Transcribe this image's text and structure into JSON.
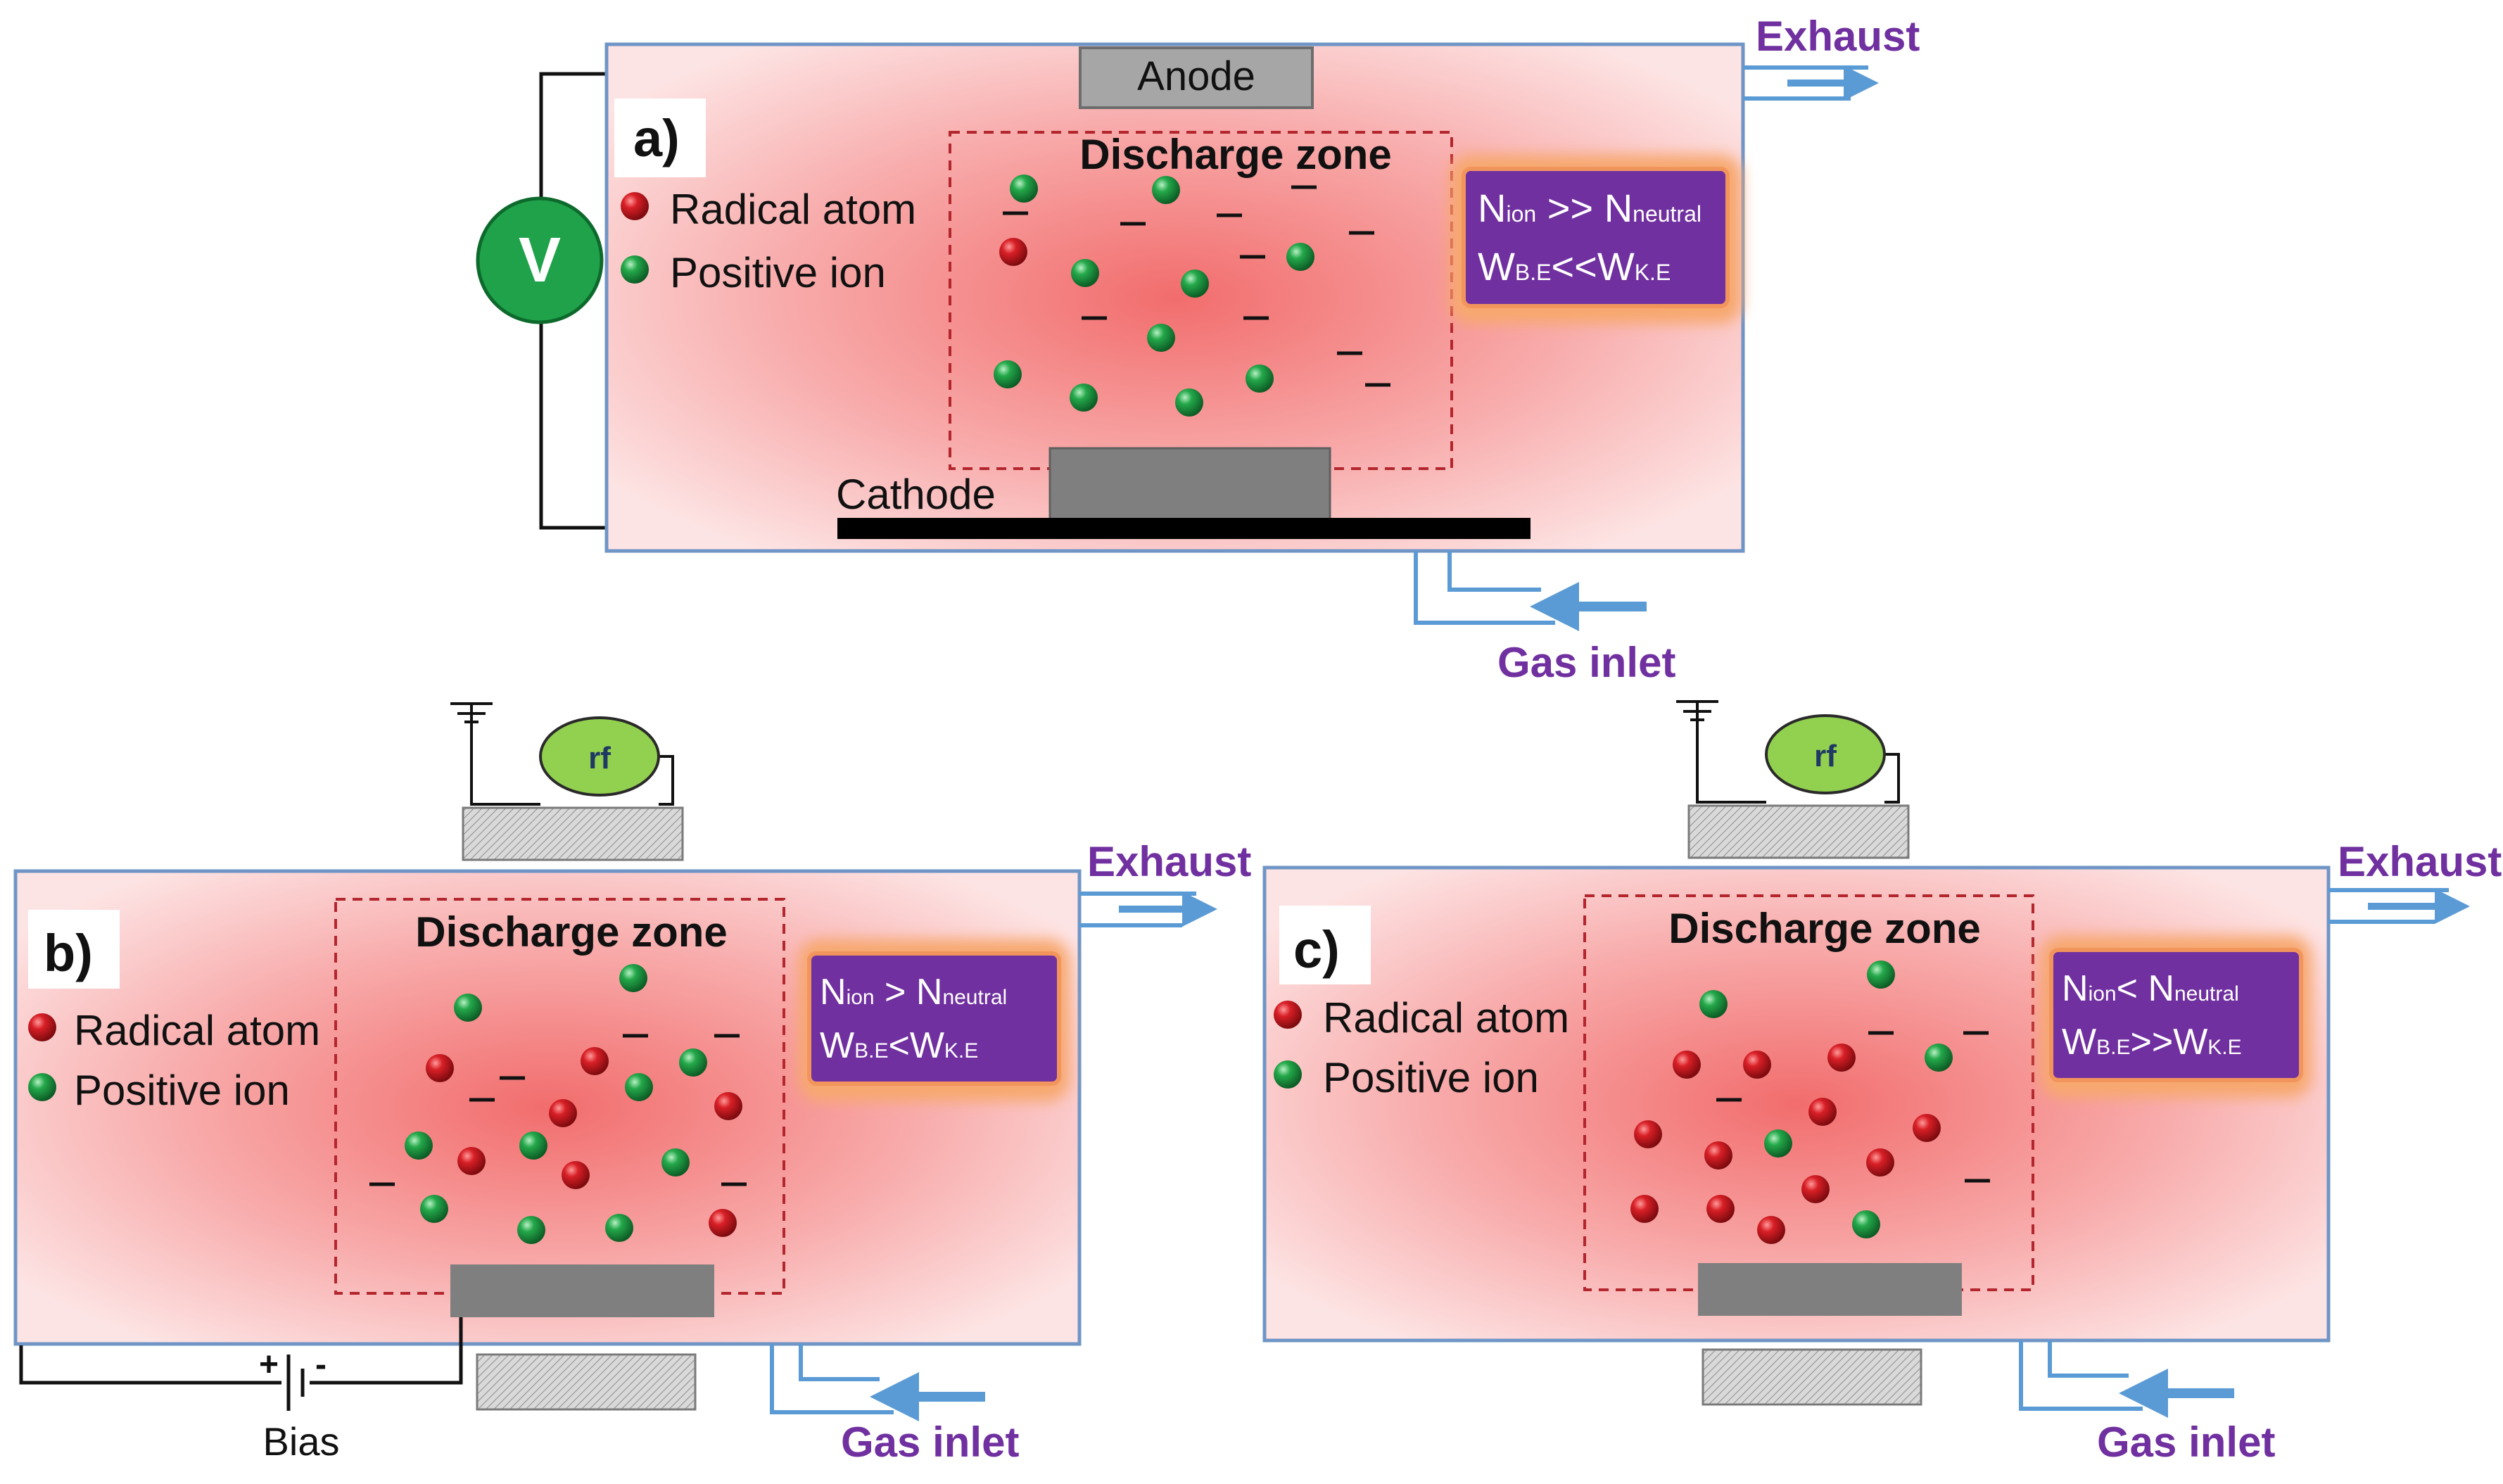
{
  "colors": {
    "chamber_fill_center": "#f27a7a",
    "chamber_fill_edge": "#fde4e4",
    "chamber_border": "#6f95c6",
    "pipe": "#5b9bd5",
    "label_purple": "#7030a0",
    "info_box_fill": "#7030a0",
    "info_box_glow": "#f7a86e",
    "zone_border": "#c0392b",
    "radical": "#c0161e",
    "ion": "#1f9d3d",
    "voltmeter": "#1fa24a",
    "rf_source": "#92d050",
    "electrode": "#7f7f7f"
  },
  "panel_a": {
    "label": "a)",
    "anode": "Anode",
    "cathode": "Cathode",
    "voltmeter": "V",
    "discharge_zone": "Discharge zone",
    "legend_radical": "Radical atom",
    "legend_ion": "Positive ion",
    "exhaust": "Exhaust",
    "gas_inlet": "Gas inlet",
    "info": {
      "line1_n": "N",
      "line1_sub1": "ion",
      "line1_op": " >> ",
      "line1_n2": "N",
      "line1_sub2": "neutral",
      "line2_w": "W",
      "line2_sub1": "B.E",
      "line2_op": "<<",
      "line2_w2": "W",
      "line2_sub2": "K.E"
    }
  },
  "panel_b": {
    "label": "b)",
    "discharge_zone": "Discharge zone",
    "legend_radical": "Radical atom",
    "legend_ion": "Positive ion",
    "exhaust": "Exhaust",
    "gas_inlet": "Gas inlet",
    "rf": "rf",
    "bias": "Bias",
    "bias_plus": "+",
    "bias_minus": "-",
    "info": {
      "line1_n": "N",
      "line1_sub1": "ion",
      "line1_op": " > ",
      "line1_n2": "N",
      "line1_sub2": "neutral",
      "line2_w": "W",
      "line2_sub1": "B.E",
      "line2_op": "<",
      "line2_w2": "W",
      "line2_sub2": "K.E"
    }
  },
  "panel_c": {
    "label": "c)",
    "discharge_zone": "Discharge zone",
    "legend_radical": "Radical atom",
    "legend_ion": "Positive ion",
    "exhaust": "Exhaust",
    "gas_inlet": "Gas inlet",
    "rf": "rf",
    "info": {
      "line1_n": "N",
      "line1_sub1": "ion",
      "line1_op": "< ",
      "line1_n2": "N",
      "line1_sub2": "neutral",
      "line2_w": "W",
      "line2_sub1": "B.E",
      "line2_op": ">>",
      "line2_w2": "W",
      "line2_sub2": "K.E"
    }
  },
  "electron_symbol": "–"
}
